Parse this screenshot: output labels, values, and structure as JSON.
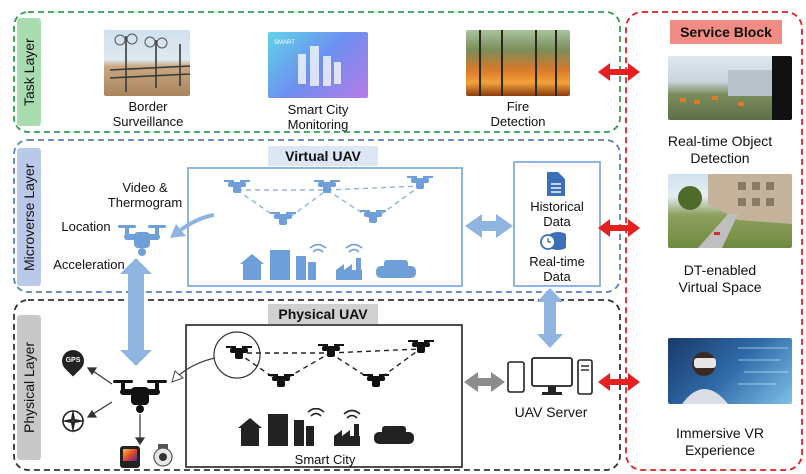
{
  "task_layer": {
    "label": "Task Layer",
    "items": [
      {
        "line1": "Border",
        "line2": "Surveillance"
      },
      {
        "line1": "Smart City",
        "line2": "Monitoring"
      },
      {
        "line1": "Fire",
        "line2": "Detection"
      }
    ]
  },
  "microverse_layer": {
    "label": "Microverse Layer",
    "virtual_uav_title": "Virtual UAV",
    "sensor_labels": {
      "video_line1": "Video &",
      "video_line2": "Thermogram",
      "location": "Location",
      "acceleration": "Acceleration"
    },
    "data_box": {
      "historical_line1": "Historical",
      "historical_line2": "Data",
      "realtime_line1": "Real-time",
      "realtime_line2": "Data"
    }
  },
  "physical_layer": {
    "label": "Physical Layer",
    "physical_uav_title": "Physical UAV",
    "gps_icon_text": "GPS",
    "smart_city_label": "Smart City",
    "uav_server_label": "UAV Server"
  },
  "service_block": {
    "title": "Service Block",
    "items": [
      {
        "line1": "Real-time Object",
        "line2": "Detection"
      },
      {
        "line1": "DT-enabled",
        "line2": "Virtual Space"
      },
      {
        "line1": "Immersive VR",
        "line2": "Experience"
      }
    ]
  },
  "colors": {
    "task_border": "#2e9e4f",
    "task_label_bg": "#a8dcb0",
    "micro_border": "#5b7fbf",
    "micro_label_bg": "#b9c9ea",
    "physical_border": "#333333",
    "physical_label_bg": "#c8c8c8",
    "service_border": "#e02020",
    "service_title_bg": "#f08c84",
    "uav_blue": "#6f9fd8",
    "arrow_blue": "#8fb4e0",
    "arrow_red": "#e62020",
    "arrow_grey": "#8c8c8c"
  }
}
